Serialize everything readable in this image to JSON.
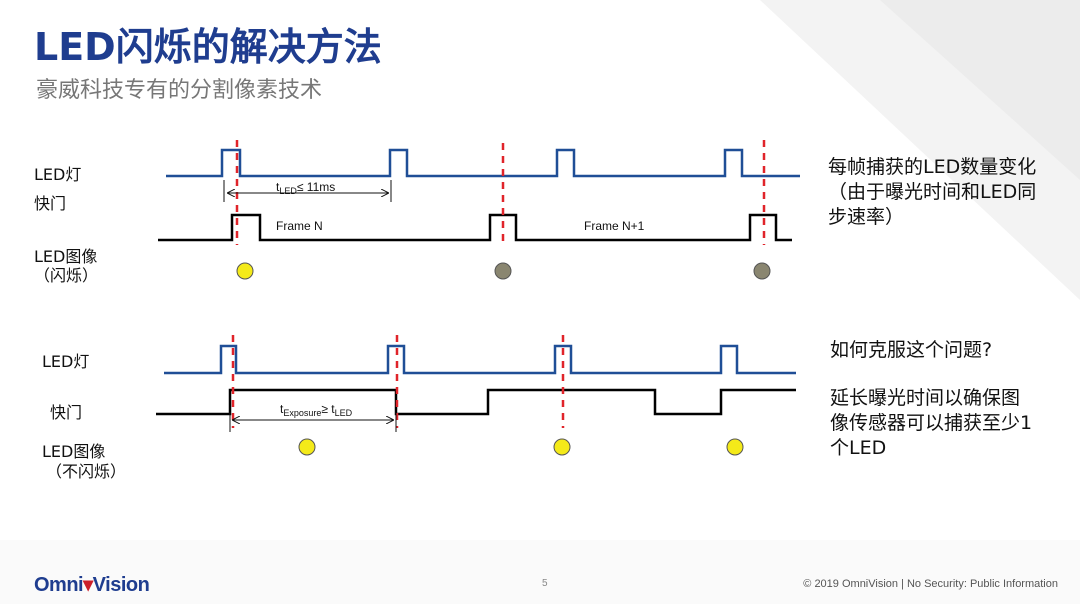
{
  "slide": {
    "title": "LED闪烁的解决方法",
    "subtitle": "豪威科技专有的分割像素技术"
  },
  "top_section": {
    "labels": {
      "led": "LED灯",
      "shutter": "快门",
      "image": "LED图像",
      "image_note": "（闪烁）"
    },
    "annotation_t": "t",
    "annotation_sub": "LED",
    "annotation_rest": "≤ 11ms",
    "frame_n": "Frame N",
    "frame_n1": "Frame N+1",
    "dot_states": [
      "lit",
      "dim",
      "dim"
    ],
    "note_lines": [
      "每帧捕获的LED数量变化",
      "（由于曝光时间和LED同",
      "步速率）"
    ]
  },
  "bottom_section": {
    "labels": {
      "led": "LED灯",
      "shutter": "快门",
      "image": "LED图像",
      "image_note": "（不闪烁）"
    },
    "annotation_t": "t",
    "annotation_sub": "Exposure",
    "annotation_mid": "≥ t",
    "annotation_sub2": "LED",
    "dot_states": [
      "lit",
      "lit",
      "lit"
    ],
    "question": "如何克服这个问题?",
    "note_lines": [
      "延长曝光时间以确保图",
      "像传感器可以捕获至少1",
      "个LED"
    ]
  },
  "footer": {
    "logo_part1": "Omni",
    "logo_part2": "Vision",
    "page_number": "5",
    "copyright": "© 2019 OmniVision | No Security: Public Information"
  },
  "colors": {
    "title": "#1f3d8f",
    "led_wave": "#1f4e96",
    "shutter_wave": "#000000",
    "marker": "#e0242a",
    "dot_lit": "#f4ea19",
    "dot_dim": "#8a8670"
  }
}
